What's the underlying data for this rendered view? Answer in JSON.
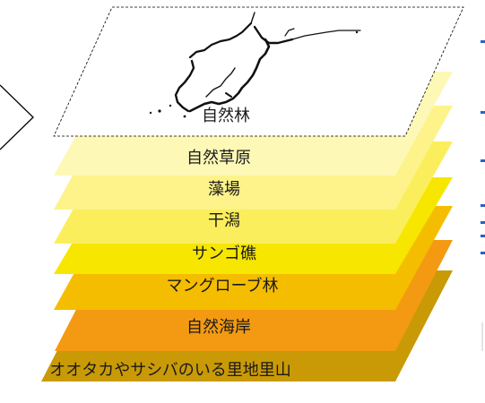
{
  "layers": [
    {
      "id": "natural-forest",
      "label": "自然林",
      "color": "#ffffff"
    },
    {
      "id": "natural-grassland",
      "label": "自然草原",
      "color": "#fdf8b6"
    },
    {
      "id": "seaweed-bed",
      "label": "藻場",
      "color": "#fdf38a"
    },
    {
      "id": "tidal-flat",
      "label": "干潟",
      "color": "#fbee5c"
    },
    {
      "id": "coral-reef",
      "label": "サンゴ礁",
      "color": "#f6e600"
    },
    {
      "id": "mangrove-forest",
      "label": "マングローブ林",
      "color": "#f5bd00"
    },
    {
      "id": "natural-coast",
      "label": "自然海岸",
      "color": "#f39a12"
    },
    {
      "id": "satoyama",
      "label": "オオタカやサシバのいる里地里山",
      "color": "#c99a05"
    }
  ],
  "decoration": {
    "map_icon": "japan-map-icon",
    "chevron_icon": "chevron-right-icon",
    "dash_color": "#2a60c8"
  }
}
